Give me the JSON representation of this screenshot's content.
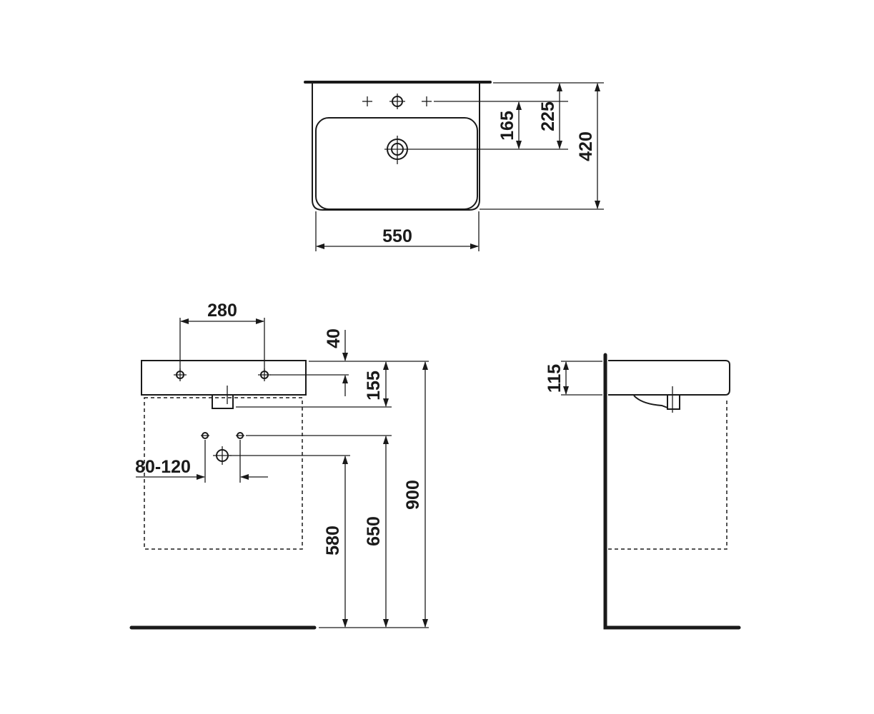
{
  "top_view": {
    "dims": {
      "width": "550",
      "depth": "420",
      "tap_offset": "225",
      "drain_offset": "165"
    }
  },
  "front_view": {
    "dims": {
      "tap_spacing": "280",
      "tap_hole_depth": "40",
      "drain_height": "155",
      "supply_spacing": "80-120",
      "waste_height": "580",
      "supply_height": "650",
      "rim_height": "900"
    }
  },
  "side_view": {
    "dims": {
      "basin_height": "115"
    }
  },
  "colors": {
    "line": "#1a1a1a",
    "background": "#ffffff"
  }
}
